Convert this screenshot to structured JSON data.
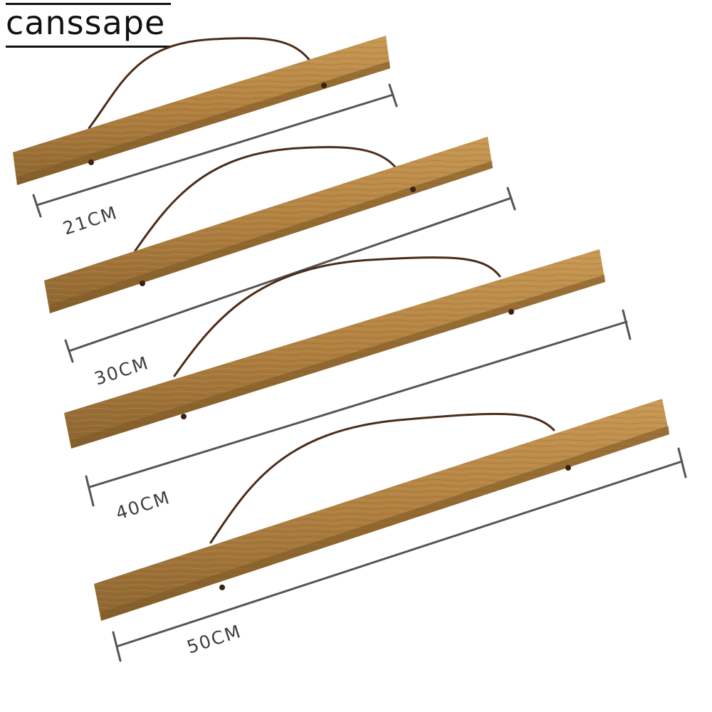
{
  "brand": {
    "name": "canssape"
  },
  "colors": {
    "wood_light": "#c4964f",
    "wood_mid": "#a97a38",
    "wood_dark": "#7e5a27",
    "cord": "#4a2c18",
    "measure_line": "#555555"
  },
  "hangers": [
    {
      "size_label": "21CM"
    },
    {
      "size_label": "30CM"
    },
    {
      "size_label": "40CM"
    },
    {
      "size_label": "50CM"
    }
  ]
}
